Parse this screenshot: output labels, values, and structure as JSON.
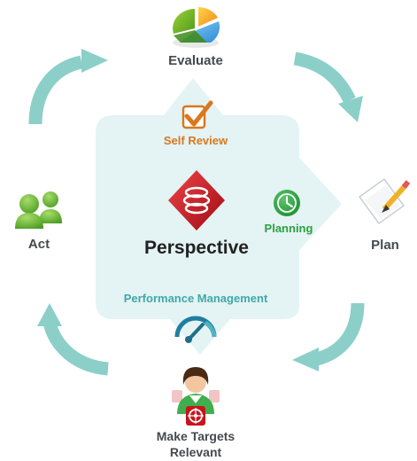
{
  "center": {
    "title": "Perspective"
  },
  "inner": {
    "self_review": "Self Review",
    "planning": "Planning",
    "performance": "Performance Management"
  },
  "cycle": {
    "evaluate": "Evaluate",
    "plan": "Plan",
    "make_targets_line1": "Make Targets",
    "make_targets_line2": "Relevant",
    "act": "Act"
  },
  "colors": {
    "arrow": "#8ccfc9",
    "hub_fill": "#e4f3f4",
    "self_review": "#d9781e",
    "planning": "#2aa140",
    "performance": "#3fa9a8",
    "logo": "#c8141c",
    "label": "#444a4f"
  },
  "icons": {
    "evaluate": "pie-chart-icon",
    "plan": "paper-pencil-icon",
    "make_targets": "person-target-icon",
    "act": "people-icon",
    "self_review": "checkmark-box-icon",
    "planning": "clock-icon",
    "performance": "gauge-icon",
    "logo": "perspective-logo-icon"
  }
}
